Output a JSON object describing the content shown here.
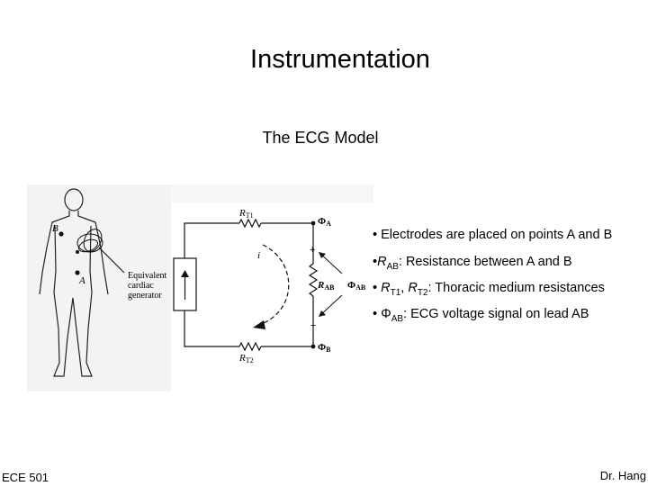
{
  "slide": {
    "title": "Instrumentation",
    "subtitle": "The ECG Model"
  },
  "figure": {
    "label_B": "B",
    "label_A": "A",
    "generator_line1": "Equivalent",
    "generator_line2": "cardiac",
    "generator_line3": "generator",
    "current_label": "i",
    "rt1": {
      "symbol": "R",
      "sub": "T1"
    },
    "rt2": {
      "symbol": "R",
      "sub": "T2"
    },
    "rab": {
      "symbol": "R",
      "sub": "AB"
    },
    "phi_a": {
      "symbol": "Φ",
      "sub": "A"
    },
    "phi_b": {
      "symbol": "Φ",
      "sub": "B"
    },
    "phi_ab": {
      "symbol": "Φ",
      "sub": "AB"
    },
    "plus_sign": "+",
    "minus_sign": "−"
  },
  "bullets": [
    {
      "marker": "•",
      "text": "Electrodes are placed on points A and B"
    },
    {
      "marker": "•",
      "symbol": "R",
      "sub": "AB",
      "text": ": Resistance between A and B"
    },
    {
      "marker": "•",
      "sym1": "R",
      "sub1": "T1",
      "sep": ", ",
      "sym2": "R",
      "sub2": "T2",
      "text": ": Thoracic medium resistances"
    },
    {
      "marker": "•",
      "symbol": "Φ",
      "sub": "AB",
      "text": ": ECG voltage signal on lead AB"
    }
  ],
  "footer": {
    "left": "ECE 501",
    "right": "Dr. Hang"
  }
}
